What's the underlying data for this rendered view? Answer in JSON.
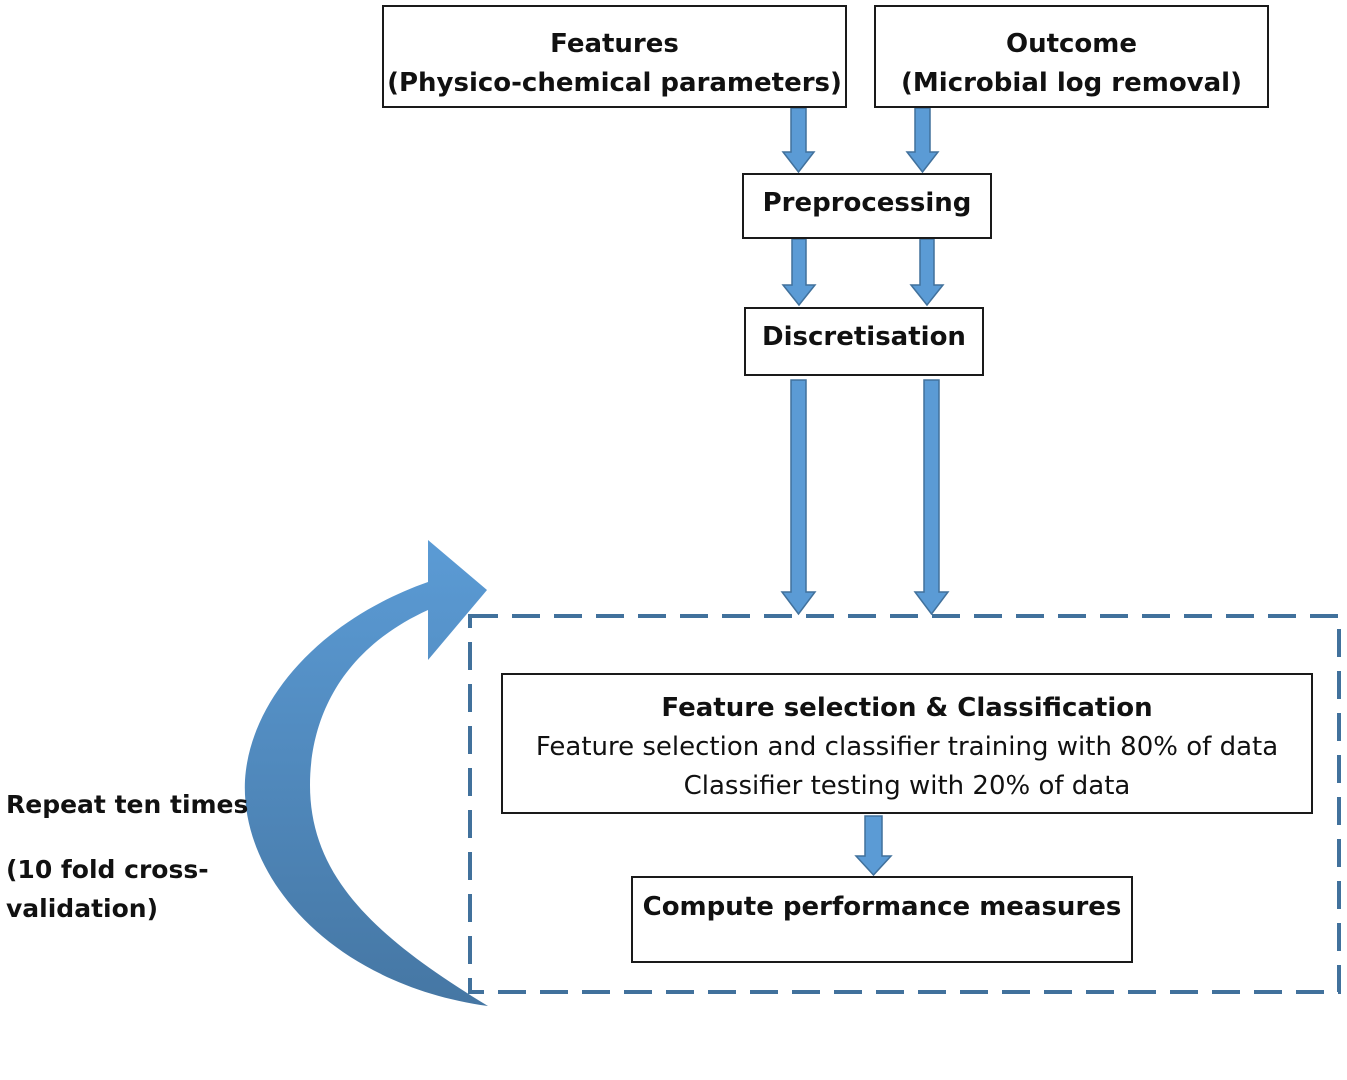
{
  "nodes": {
    "features": {
      "title": "Features",
      "subtitle": "(Physico-chemical parameters)"
    },
    "outcome": {
      "title": "Outcome",
      "subtitle": "(Microbial log removal)"
    },
    "preprocessing": {
      "title": "Preprocessing"
    },
    "discretisation": {
      "title": "Discretisation"
    },
    "feature_selection_classification": {
      "title": "Feature selection & Classification",
      "line1": "Feature selection and classifier training with 80% of data",
      "line2": "Classifier testing with 20% of data"
    },
    "compute_performance": {
      "title": "Compute performance measures"
    }
  },
  "loop": {
    "label": "Repeat ten times",
    "note": "(10 fold cross-validation)",
    "note_line1": "(10 fold cross-",
    "note_line2": "validation)"
  },
  "colors": {
    "arrow_fill": "#5b9bd5",
    "arrow_stroke": "#41719c",
    "curve_light": "#5b9bd5",
    "curve_dark": "#42719c",
    "dashed_border": "#41719c",
    "box_border": "#1a1a1a"
  },
  "edges": [
    {
      "from": "features",
      "to": "preprocessing"
    },
    {
      "from": "outcome",
      "to": "preprocessing"
    },
    {
      "from": "preprocessing",
      "to": "discretisation"
    },
    {
      "from": "discretisation",
      "to": "feature_selection_classification"
    },
    {
      "from": "feature_selection_classification",
      "to": "compute_performance"
    }
  ]
}
